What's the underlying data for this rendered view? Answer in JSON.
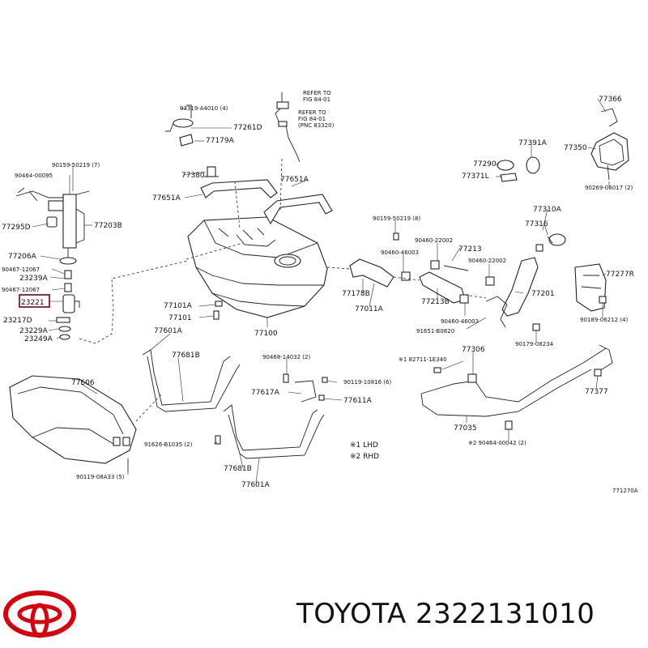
{
  "figure_code": "771270A",
  "brand": {
    "text": "TOYOTA 2322131010",
    "logo_color": "#d9000d"
  },
  "highlight_color": "#8b1a2b",
  "notes": {
    "note1": "※1 LHD",
    "note2": "※2 RHD"
  },
  "refer": {
    "r1_line1": "REFER TO",
    "r1_line2": "FIG 84-01",
    "r2_line1": "REFER TO",
    "r2_line2": "FIG 84-01",
    "r2_line3": "(PNC 83320)"
  },
  "labels": [
    {
      "text": "77366"
    },
    {
      "text": "77350"
    },
    {
      "text": "90269-06017 (2)"
    },
    {
      "text": "93319-A4010 (4)"
    },
    {
      "text": "77261D"
    },
    {
      "text": "77179A"
    },
    {
      "text": "90159-50219 (7)"
    },
    {
      "text": "90464-00095"
    },
    {
      "text": "77203B"
    },
    {
      "text": "77295D"
    },
    {
      "text": "77206A"
    },
    {
      "text": "90467-12067"
    },
    {
      "text": "23239A"
    },
    {
      "text": "90467-12067"
    },
    {
      "text": "23221"
    },
    {
      "text": "23217D"
    },
    {
      "text": "23229A"
    },
    {
      "text": "23249A"
    },
    {
      "text": "77380"
    },
    {
      "text": "77651A"
    },
    {
      "text": "77651A"
    },
    {
      "text": "77290"
    },
    {
      "text": "77391A"
    },
    {
      "text": "77371L"
    },
    {
      "text": "77310A"
    },
    {
      "text": "77316"
    },
    {
      "text": "90159-50219 (8)"
    },
    {
      "text": "90460-22002"
    },
    {
      "text": "90460-46003"
    },
    {
      "text": "77213"
    },
    {
      "text": "90460-22002"
    },
    {
      "text": "77178B"
    },
    {
      "text": "77011A"
    },
    {
      "text": "77213B"
    },
    {
      "text": "90460-46003"
    },
    {
      "text": "77201"
    },
    {
      "text": "77277R"
    },
    {
      "text": "91651-B0820"
    },
    {
      "text": "90179-08234"
    },
    {
      "text": "90189-06212 (4)"
    },
    {
      "text": "77101A"
    },
    {
      "text": "77101"
    },
    {
      "text": "77100"
    },
    {
      "text": "77601A"
    },
    {
      "text": "77681B"
    },
    {
      "text": "90468-14032 (2)"
    },
    {
      "text": "※1 82711-1E340"
    },
    {
      "text": "77306"
    },
    {
      "text": "77606"
    },
    {
      "text": "90119-10816 (6)"
    },
    {
      "text": "77617A"
    },
    {
      "text": "77611A"
    },
    {
      "text": "77377"
    },
    {
      "text": "77035"
    },
    {
      "text": "91626-B1035 (2)"
    },
    {
      "text": "※2 90464-00042 (2)"
    },
    {
      "text": "77681B"
    },
    {
      "text": "77601A"
    },
    {
      "text": "90119-08A33 (5)"
    }
  ]
}
